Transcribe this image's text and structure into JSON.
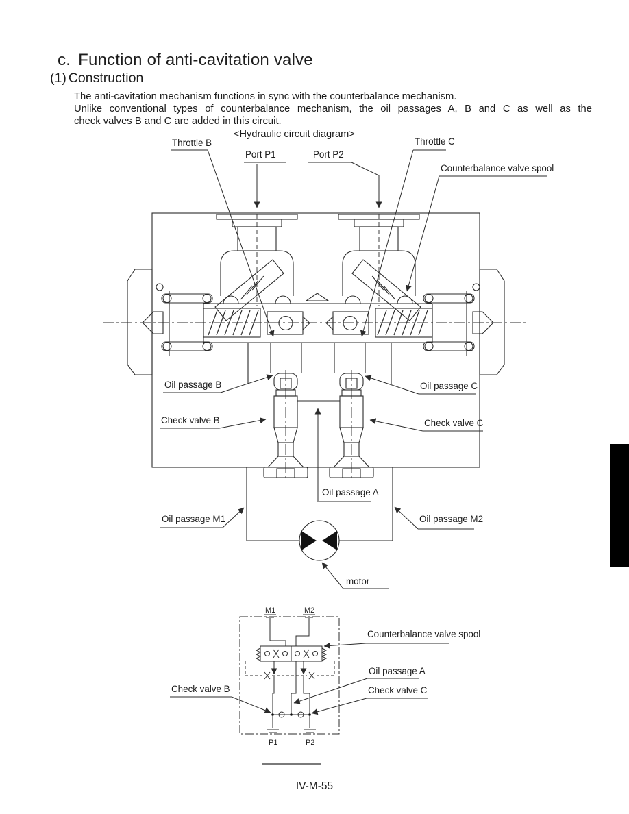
{
  "page": {
    "title_prefix": "c.",
    "title": "Function of anti-cavitation valve",
    "section_prefix": "(1)",
    "section_title": "Construction",
    "body_lines": [
      "The anti-cavitation mechanism functions in sync with the counterbalance mechanism.",
      "Unlike conventional types of counterbalance mechanism, the oil passages A, B and C as well as the",
      "check valves B and C are added in this circuit."
    ],
    "footer": "IV-M-55"
  },
  "main_diagram": {
    "caption": "<Hydraulic circuit diagram>",
    "labels": {
      "throttle_b": "Throttle B",
      "port_p1": "Port P1",
      "port_p2": "Port P2",
      "throttle_c": "Throttle C",
      "counterbalance_valve_spool": "Counterbalance valve spool",
      "oil_passage_b": "Oil passage B",
      "oil_passage_c": "Oil passage C",
      "check_valve_b": "Check valve B",
      "check_valve_c": "Check valve C",
      "oil_passage_a": "Oil passage A",
      "oil_passage_m1": "Oil passage M1",
      "oil_passage_m2": "Oil passage M2",
      "motor": "motor"
    }
  },
  "schematic": {
    "port_labels": {
      "m1": "M1",
      "m2": "M2",
      "p1": "P1",
      "p2": "P2"
    },
    "labels": {
      "counterbalance_valve_spool": "Counterbalance valve spool",
      "oil_passage_a": "Oil passage A",
      "check_valve_b": "Check valve B",
      "check_valve_c": "Check valve C"
    }
  },
  "colors": {
    "ink": "#1c1c1c",
    "line": "#2b2b2b",
    "tab": "#000000",
    "paper": "#ffffff"
  }
}
